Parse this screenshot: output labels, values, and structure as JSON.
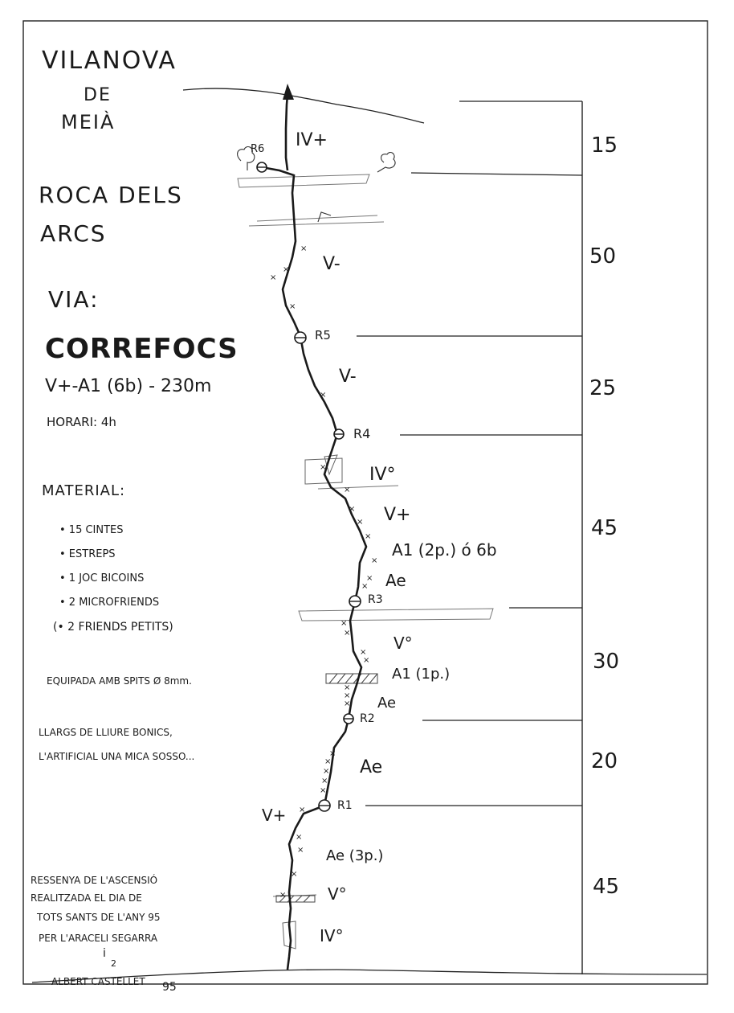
{
  "header": {
    "place_line1": "VILANOVA",
    "place_line2": "DE",
    "place_line3": "MEIÀ",
    "crag_line1": "ROCA DELS",
    "crag_line2": "ARCS",
    "via_label": "VIA:",
    "route_name": "CORREFOCS",
    "grade_summary": "V+-A1 (6b) - 230m",
    "horari": "HORARI: 4h"
  },
  "material": {
    "title": "MATERIAL:",
    "items": [
      "• 15 CINTES",
      "• ESTREPS",
      "• 1 JOC BICOINS",
      "• 2 MICROFRIENDS",
      "(• 2 FRIENDS PETITS)"
    ]
  },
  "notes": {
    "equipment": "EQUIPADA AMB SPITS Ø 8mm.",
    "comment_line1": "LLARGS DE LLIURE BONICS,",
    "comment_line2": "L'ARTIFICIAL UNA MICA SOSSO...",
    "credit_line1": "RESSENYA DE L'ASCENSIÓ",
    "credit_line2": "REALITZADA EL DIA DE",
    "credit_line3": "TOTS SANTS DE L'ANY 95",
    "credit_line4": "PER L'ARACELI SEGARRA",
    "credit_line5": "i",
    "credit_line5b": "2",
    "credit_line6": "ALBERT CASTELLET",
    "credit_line6b": "95"
  },
  "belays": [
    "R6",
    "R5",
    "R4",
    "R3",
    "R2",
    "R1"
  ],
  "pitch_grades": {
    "p7": "IV+",
    "p6": "V-",
    "p5": "V-",
    "p4a": "IV°",
    "p4b": "V+",
    "p4c": "A1 (2p.) ó 6b",
    "p4d": "Ae",
    "p3a": "V°",
    "p3b": "A1 (1p.)",
    "p3c": "Ae",
    "p2": "Ae",
    "p1a": "V+",
    "p1b": "Ae (3p.)",
    "p1c": "V°",
    "p1d": "IV°"
  },
  "pitch_lengths": [
    "15",
    "50",
    "25",
    "45",
    "30",
    "20",
    "45"
  ]
}
